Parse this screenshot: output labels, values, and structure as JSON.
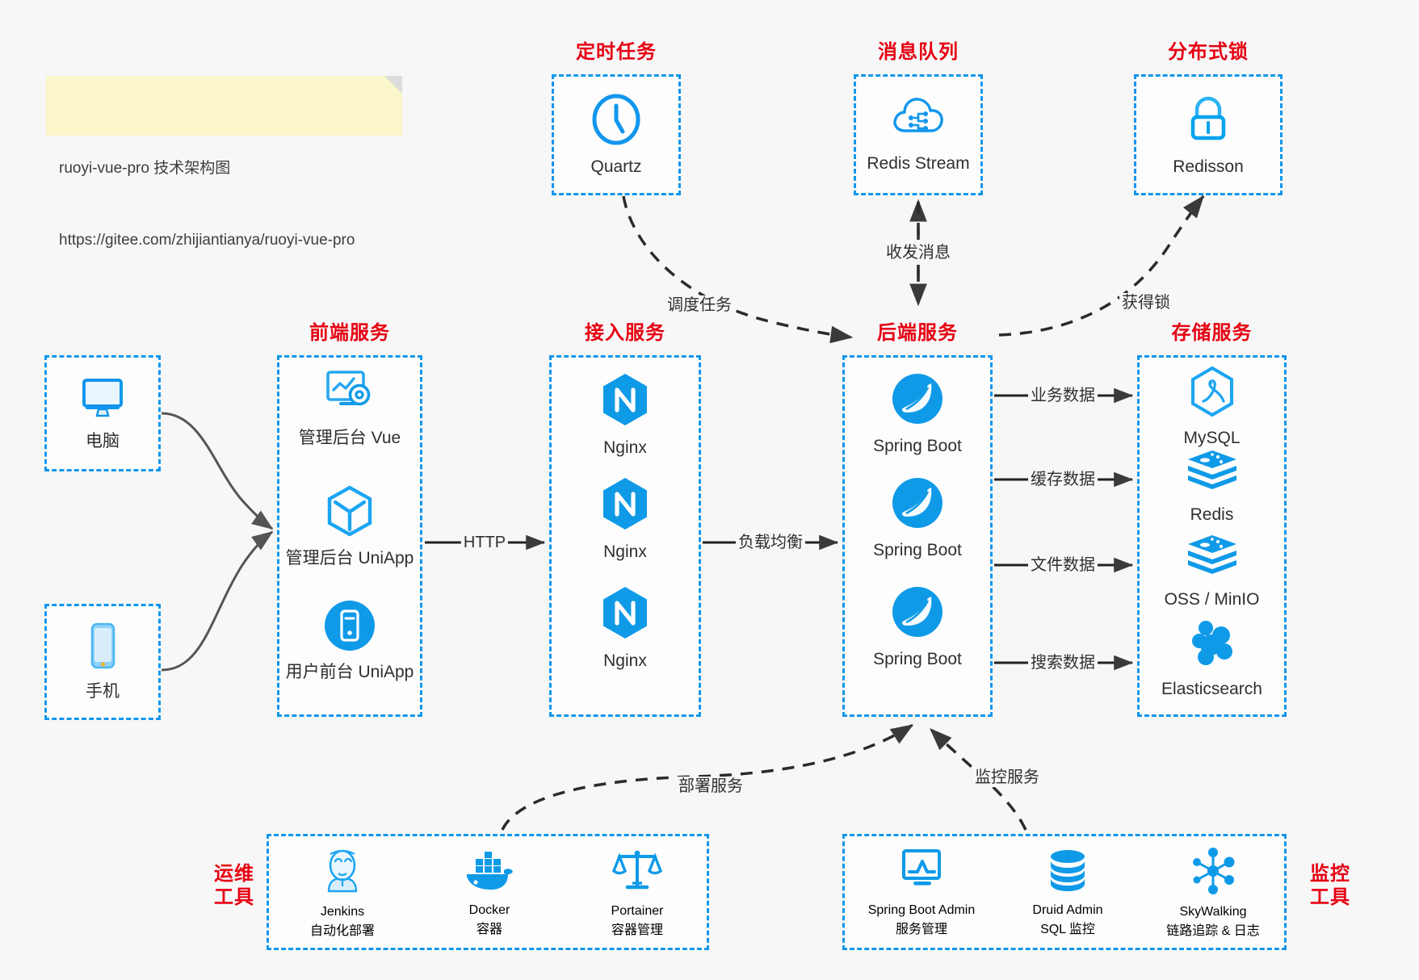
{
  "note": {
    "line1": "ruoyi-vue-pro 技术架构图",
    "line2": "https://gitee.com/zhijiantianya/ruoyi-vue-pro"
  },
  "colors": {
    "accent": "#1296ed",
    "group_border": "#1296ed",
    "title_red": "#e60012",
    "background": "#f7f7f7",
    "note_bg": "#fbf6ca",
    "edge": "#3a3a3a"
  },
  "groups": {
    "scheduler": {
      "title": "定时任务",
      "nodes": [
        {
          "label": "Quartz",
          "icon": "clock-icon"
        }
      ]
    },
    "mq": {
      "title": "消息队列",
      "nodes": [
        {
          "label": "Redis Stream",
          "icon": "cloud-stream-icon"
        }
      ]
    },
    "lock": {
      "title": "分布式锁",
      "nodes": [
        {
          "label": "Redisson",
          "icon": "lock-icon"
        }
      ]
    },
    "frontend": {
      "title": "前端服务",
      "nodes": [
        {
          "label": "管理后台 Vue",
          "icon": "monitor-chart-gear-icon"
        },
        {
          "label": "管理后台 UniApp",
          "icon": "hexagon-cube-icon"
        },
        {
          "label": "用户前台 UniApp",
          "icon": "mobile-circle-icon"
        }
      ]
    },
    "gateway": {
      "title": "接入服务",
      "nodes": [
        {
          "label": "Nginx",
          "icon": "nginx-icon"
        },
        {
          "label": "Nginx",
          "icon": "nginx-icon"
        },
        {
          "label": "Nginx",
          "icon": "nginx-icon"
        }
      ]
    },
    "backend": {
      "title": "后端服务",
      "nodes": [
        {
          "label": "Spring Boot",
          "icon": "spring-boot-icon"
        },
        {
          "label": "Spring Boot",
          "icon": "spring-boot-icon"
        },
        {
          "label": "Spring Boot",
          "icon": "spring-boot-icon"
        }
      ]
    },
    "storage": {
      "title": "存储服务",
      "nodes": [
        {
          "label": "MySQL",
          "icon": "mysql-icon"
        },
        {
          "label": "Redis",
          "icon": "redis-icon"
        },
        {
          "label": "OSS / MinIO",
          "icon": "redis-icon"
        },
        {
          "label": "Elasticsearch",
          "icon": "elasticsearch-icon"
        }
      ]
    },
    "devops": {
      "title": "运维\n工具",
      "title_line1": "运维",
      "title_line2": "工具",
      "nodes": [
        {
          "label": "Jenkins",
          "sub": "自动化部署",
          "icon": "jenkins-icon"
        },
        {
          "label": "Docker",
          "sub": "容器",
          "icon": "docker-icon"
        },
        {
          "label": "Portainer",
          "sub": "容器管理",
          "icon": "scales-icon"
        }
      ]
    },
    "monitoring": {
      "title": "监控\n工具",
      "title_line1": "监控",
      "title_line2": "工具",
      "nodes": [
        {
          "label": "Spring Boot Admin",
          "sub": "服务管理",
          "icon": "monitor-chart-icon"
        },
        {
          "label": "Druid Admin",
          "sub": "SQL 监控",
          "icon": "database-icon"
        },
        {
          "label": "SkyWalking",
          "sub": "链路追踪 & 日志",
          "icon": "skywalking-icon"
        }
      ]
    }
  },
  "clients": [
    {
      "label": "电脑",
      "icon": "desktop-icon"
    },
    {
      "label": "手机",
      "icon": "smartphone-icon"
    }
  ],
  "edges": [
    {
      "label": "调度任务",
      "from": "scheduler",
      "to": "backend",
      "style": "dashed"
    },
    {
      "label": "收发消息",
      "from": "backend",
      "to": "mq",
      "style": "dashed"
    },
    {
      "label": "获得锁",
      "from": "backend",
      "to": "lock",
      "style": "dashed"
    },
    {
      "label": "HTTP",
      "from": "frontend",
      "to": "gateway",
      "style": "solid"
    },
    {
      "label": "负载均衡",
      "from": "gateway",
      "to": "backend",
      "style": "solid"
    },
    {
      "label": "业务数据",
      "from": "backend",
      "to": "mysql",
      "style": "solid"
    },
    {
      "label": "缓存数据",
      "from": "backend",
      "to": "redis",
      "style": "solid"
    },
    {
      "label": "文件数据",
      "from": "backend",
      "to": "oss",
      "style": "solid"
    },
    {
      "label": "搜索数据",
      "from": "backend",
      "to": "elasticsearch",
      "style": "solid"
    },
    {
      "label": "部署服务",
      "from": "devops",
      "to": "backend",
      "style": "dashed"
    },
    {
      "label": "监控服务",
      "from": "monitoring",
      "to": "backend",
      "style": "dashed"
    }
  ]
}
